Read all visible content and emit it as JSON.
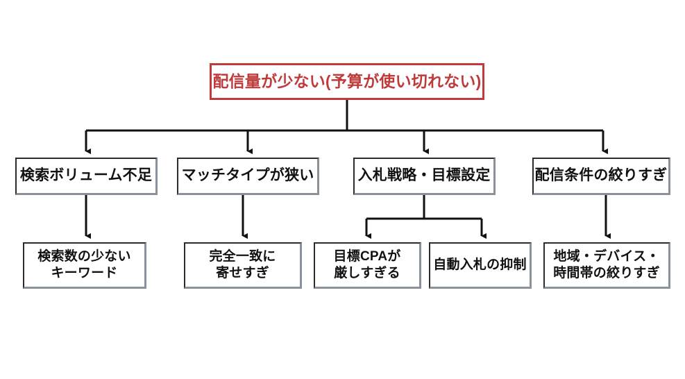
{
  "diagram": {
    "title": "配信量が少ない(予算が使い切れない)",
    "root": {
      "id": "root",
      "label": "配信量が少ない(予算が使い切れない)",
      "color": "#bf3b3b"
    },
    "level2": [
      {
        "id": "search-volume",
        "label": "検索ボリューム不足"
      },
      {
        "id": "match-type",
        "label": "マッチタイプが狭い"
      },
      {
        "id": "bid-strategy",
        "label": "入札戦略・目標設定"
      },
      {
        "id": "targeting",
        "label": "配信条件の絞りすぎ"
      }
    ],
    "leaves": [
      {
        "id": "low-volume-kw",
        "parent": "search-volume",
        "label": "検索数の少ない\nキーワード"
      },
      {
        "id": "exact-match",
        "parent": "match-type",
        "label": "完全一致に\n寄せすぎ"
      },
      {
        "id": "target-cpa",
        "parent": "bid-strategy",
        "label": "目標CPAが\n厳しすぎる"
      },
      {
        "id": "auto-bid",
        "parent": "bid-strategy",
        "label": "自動入札の抑制"
      },
      {
        "id": "geo-device-time",
        "parent": "targeting",
        "label": "地域・デバイス・\n時間帯の絞りすぎ"
      }
    ],
    "style": {
      "root_border_color": "#bf3b3b",
      "root_text_color": "#bf3b3b",
      "box_border_dark": "#2b2b2b",
      "box_border_light": "#8b9199",
      "box_text_color": "#111111",
      "connector_color": "#111111",
      "background": "#ffffff"
    }
  }
}
